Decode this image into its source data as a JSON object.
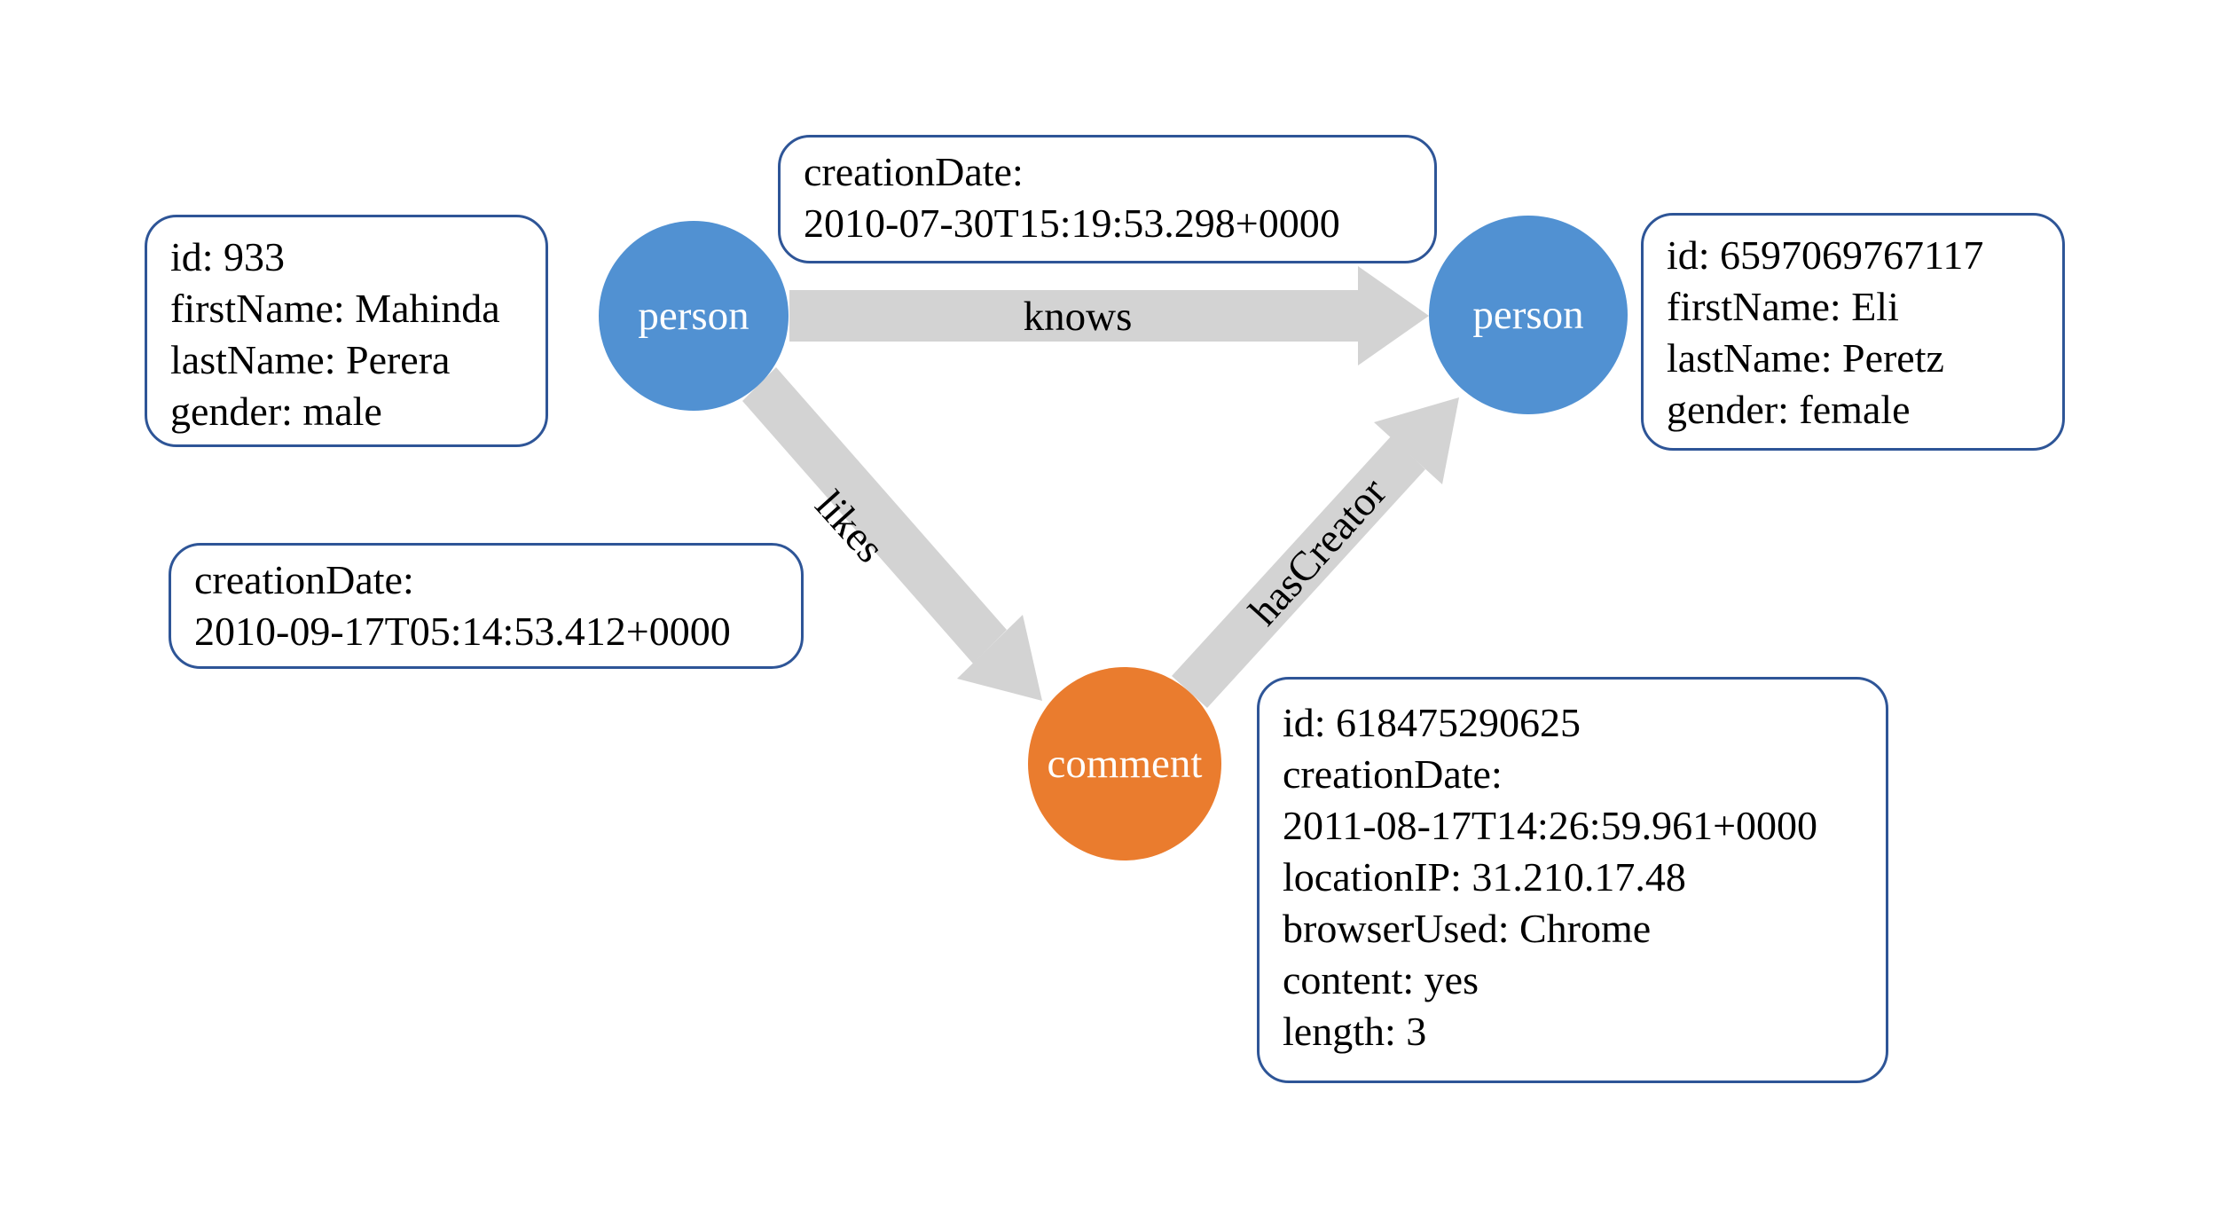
{
  "diagram": {
    "colors": {
      "person_node": "#5191D2",
      "comment_node": "#EA7C2E",
      "edge_arrow": "#D3D3D3",
      "box_border": "#2E5597",
      "node_label": "#FFFFFF",
      "text": "#000000",
      "background": "#FFFFFF"
    },
    "nodes": [
      {
        "id": "person1",
        "label": "person"
      },
      {
        "id": "person2",
        "label": "person"
      },
      {
        "id": "comment1",
        "label": "comment"
      }
    ],
    "edges": [
      {
        "id": "knows",
        "label": "knows",
        "from": "person1",
        "to": "person2"
      },
      {
        "id": "likes",
        "label": "likes",
        "from": "person1",
        "to": "comment1"
      },
      {
        "id": "hasCreator",
        "label": "hasCreator",
        "from": "comment1",
        "to": "person2"
      }
    ],
    "boxes": {
      "person1": {
        "lines": [
          "id: 933",
          "firstName: Mahinda",
          "lastName: Perera",
          "gender: male"
        ]
      },
      "knows": {
        "lines": [
          "creationDate:",
          "2010-07-30T15:19:53.298+0000"
        ]
      },
      "person2": {
        "lines": [
          "id: 6597069767117",
          "firstName: Eli",
          "lastName: Peretz",
          "gender: female"
        ]
      },
      "likes": {
        "lines": [
          "creationDate:",
          "2010-09-17T05:14:53.412+0000"
        ]
      },
      "comment1": {
        "lines": [
          "id: 618475290625",
          "creationDate:",
          "2011-08-17T14:26:59.961+0000",
          "locationIP: 31.210.17.48",
          "browserUsed: Chrome",
          "content: yes",
          "length: 3"
        ]
      }
    }
  }
}
